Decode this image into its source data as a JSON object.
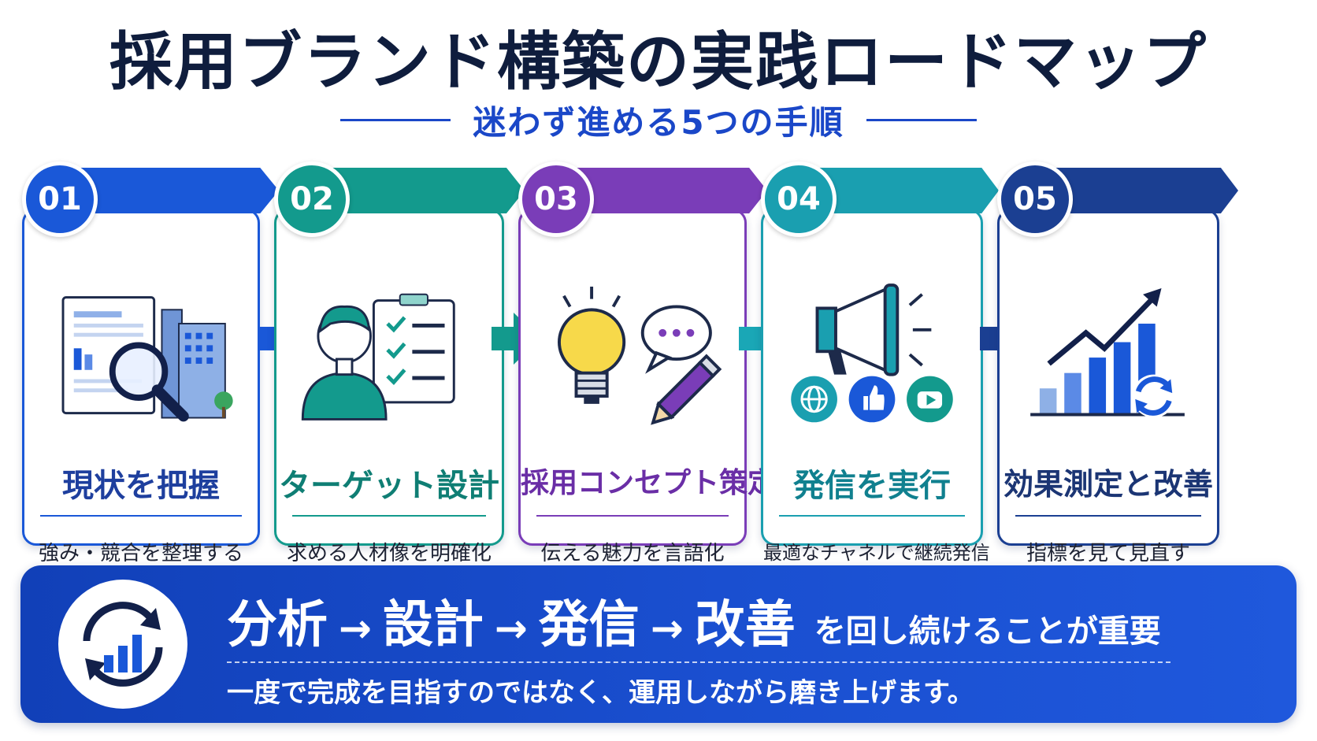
{
  "header": {
    "title": "採用ブランド構築の実践ロードマップ",
    "subtitle": "迷わず進める5つの手順"
  },
  "colors": {
    "navy": "#0f1d3d",
    "accent_blue": "#1a47c8",
    "step1": "#1a58d8",
    "step2": "#139a8d",
    "step3": "#7a3db8",
    "step4": "#1a9fb0",
    "step5": "#1b3f92"
  },
  "steps": [
    {
      "number": "01",
      "title": "現状を把握",
      "description": "強み・競合を整理する",
      "icon": "magnifier-document-building-icon"
    },
    {
      "number": "02",
      "title": "ターゲット設計",
      "description": "求める人材像を明確化",
      "icon": "person-checklist-icon"
    },
    {
      "number": "03",
      "title": "採用コンセプト策定",
      "description": "伝える魅力を言語化",
      "icon": "lightbulb-speech-pencil-icon"
    },
    {
      "number": "04",
      "title": "発信を実行",
      "description": "最適なチャネルで継続発信",
      "icon": "megaphone-channels-icon"
    },
    {
      "number": "05",
      "title": "効果測定と改善",
      "description": "指標を見て見直す",
      "icon": "growth-chart-cycle-icon"
    }
  ],
  "summary": {
    "flow": [
      "分析",
      "設計",
      "発信",
      "改善"
    ],
    "flow_arrow": "→",
    "tail": "を回し続けることが重要",
    "note": "一度で完成を目指すのではなく、運用しながら磨き上げます。"
  }
}
